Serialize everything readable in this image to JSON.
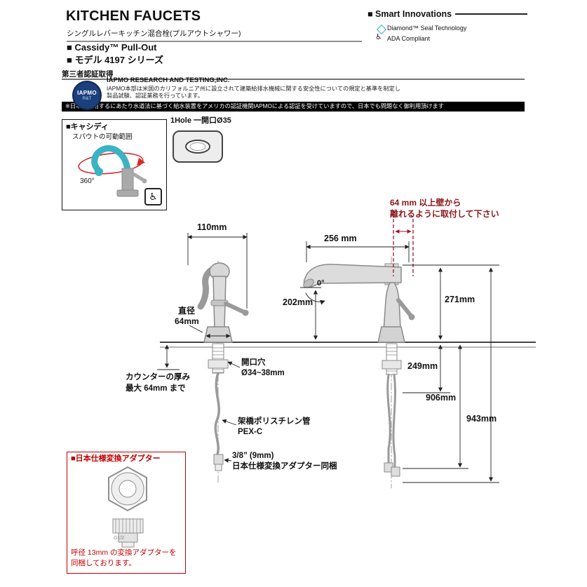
{
  "header": {
    "title": "KITCHEN FAUCETS",
    "subtitle": "シングルレバーキッチン混合栓(プルアウトシャワー)",
    "product": "■ Cassidy™ Pull-Out",
    "model": "■ モデル 4197 シリーズ"
  },
  "smart_innovations": {
    "title": "■ Smart Innovations",
    "diamond_seal": "Diamond™ Seal Technology",
    "ada": "ADA Compliant"
  },
  "certification": {
    "heading": "第三者認証取得",
    "logo_line1": "IAPMO",
    "logo_line2": "R&T",
    "org": "IAPMO RESEARCH AND TESTING,INC.",
    "desc_line1": "IAPMO本部は米国のカリフォルニア州に設立されて建築給排水機械に関する安全性についての規定と基準を制定し",
    "desc_line2": "製品試験、認証業務を行っています。",
    "notice": "※日本で使用するにあたり水道法に基づく給水装置をアメリカの認証機関IAPMOによる認証を受けていますので、日本でも問題なく御利用頂けます"
  },
  "rotation_box": {
    "title": "■キャシディ",
    "subtitle": "スパウトの可動範囲",
    "angle": "360°",
    "ada_icon": "♿"
  },
  "hole_spec": {
    "label": "1Hole 一開口Ø35"
  },
  "dimensions": {
    "front_width": "110mm",
    "reach": "256 mm",
    "spout_height": "202mm",
    "angle": "0°",
    "height_above_counter": "271mm",
    "below_counter": "249mm",
    "hose_length_1": "906mm",
    "hose_length_2": "943mm",
    "base_dia_label": "直径",
    "base_dia_value": "64mm",
    "hole_label": "開口穴",
    "hole_value": "Ø34~38mm",
    "counter_label": "カウンターの厚み",
    "counter_value": "最大 64mm まで",
    "hose_label": "架橋ポリスチレン管",
    "hose_type": "PEX-C",
    "adapter_size": "3/8” (9mm)",
    "adapter_note": "日本仕様変換アダプター同梱",
    "wall_line1": "64 mm 以上壁から",
    "wall_line2": "離れるように取付して下さい"
  },
  "adapter_box": {
    "title": "■日本仕様変換アダプター",
    "thread": "G1/2",
    "note_line1": "呼径 13mm の変換アダプターを",
    "note_line2": "同梱しております。"
  },
  "colors": {
    "accent_teal": "#2fb3c4",
    "warning_red": "#8a1518",
    "adapter_red": "#c00000",
    "logo_navy": "#1c3f7d"
  }
}
